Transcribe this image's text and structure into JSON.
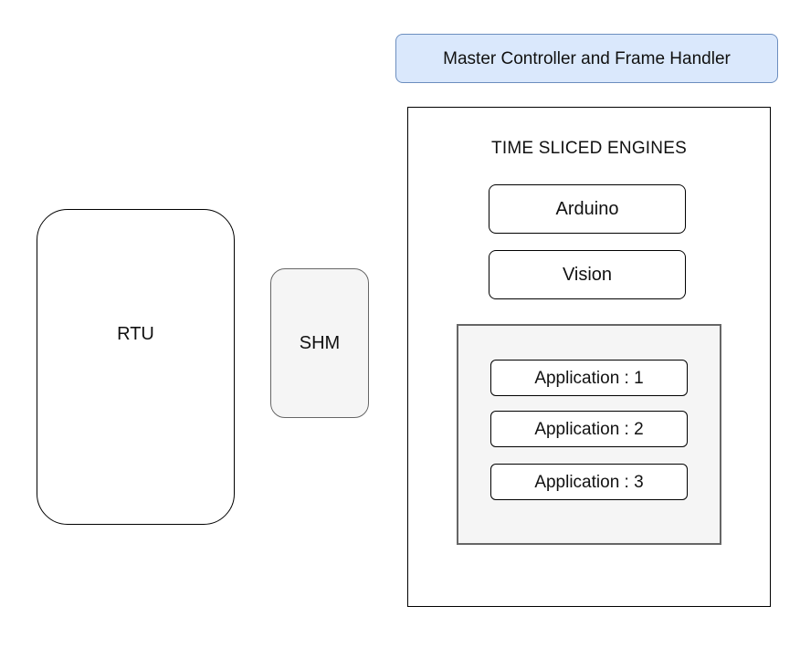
{
  "diagram": {
    "master_controller": {
      "label": "Master Controller and Frame Handler",
      "fill": "#dae8fc",
      "stroke": "#6c8ebf"
    },
    "rtu": {
      "label": "RTU"
    },
    "shm": {
      "label": "SHM",
      "fill": "#f5f5f5",
      "stroke": "#666666"
    },
    "time_sliced_engines": {
      "title": "TIME SLICED ENGINES",
      "engines": [
        {
          "label": "Arduino"
        },
        {
          "label": "Vision"
        }
      ],
      "application_group": {
        "fill": "#f5f5f5",
        "stroke": "#666666",
        "applications": [
          {
            "label": "Application : 1"
          },
          {
            "label": "Application : 2"
          },
          {
            "label": "Application : 3"
          }
        ]
      }
    }
  }
}
